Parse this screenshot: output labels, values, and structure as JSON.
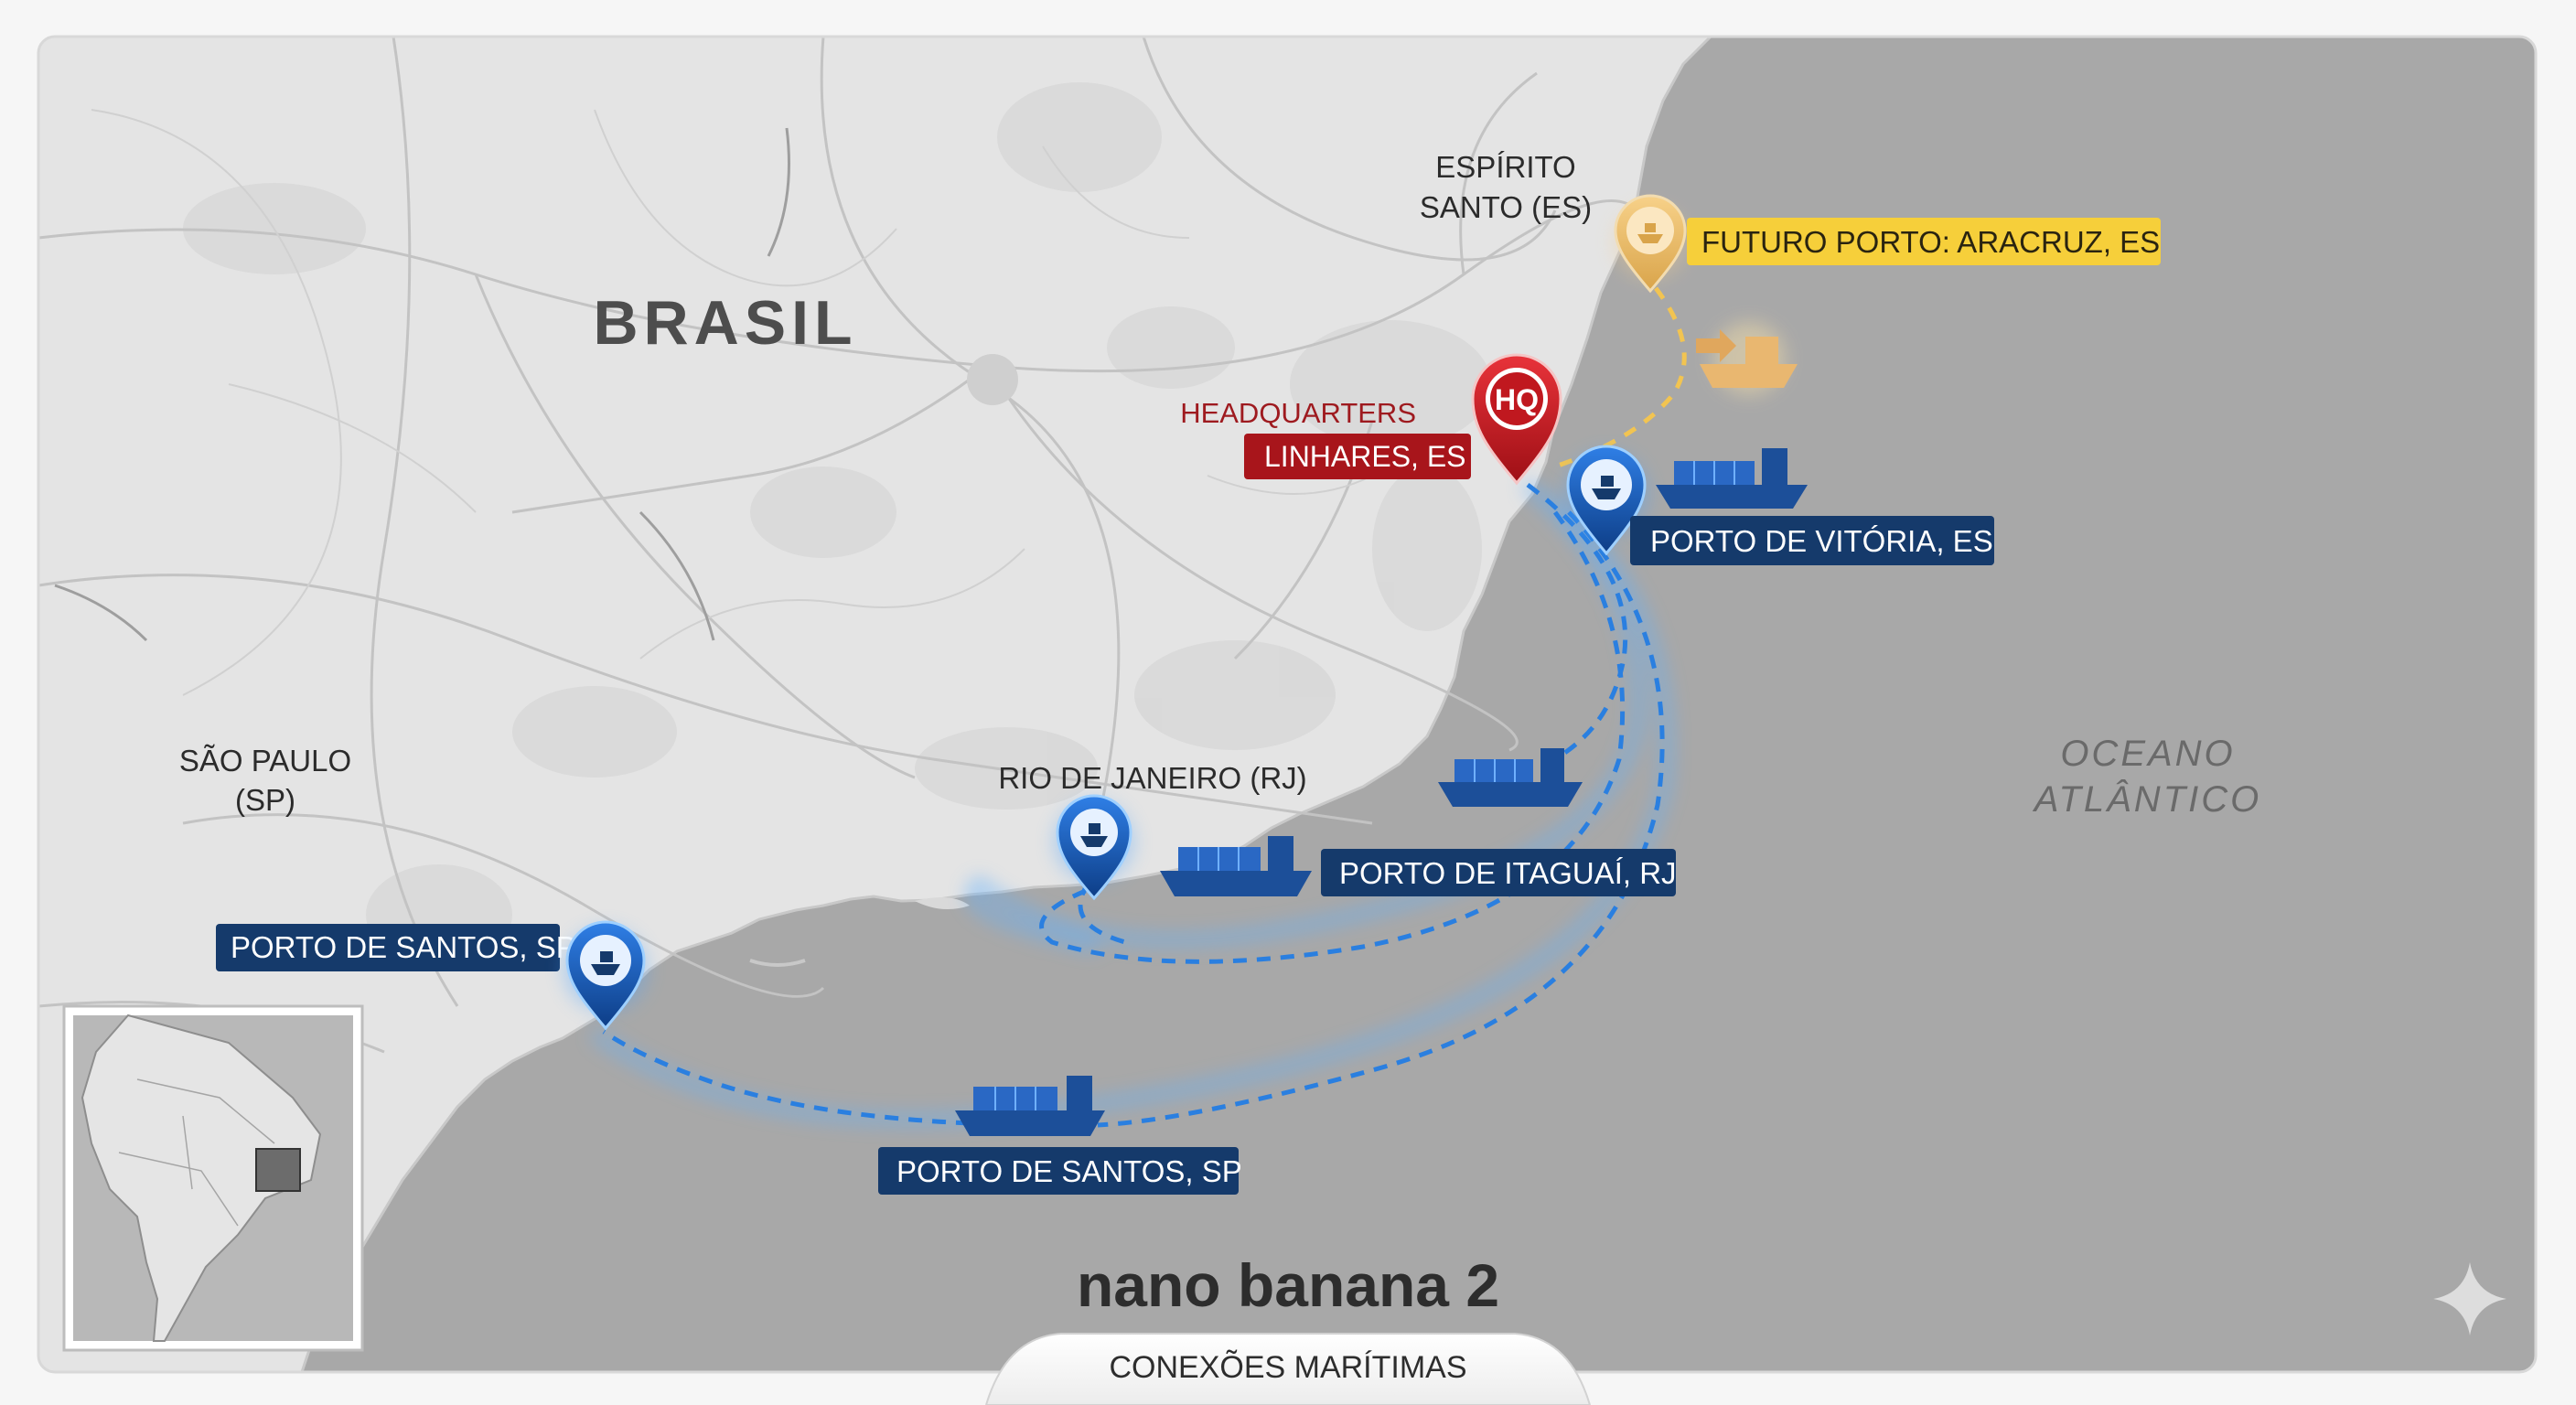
{
  "regions": {
    "country": "BRASIL",
    "state_es_line1": "ESPÍRITO",
    "state_es_line2": "SANTO (ES)",
    "state_sp_line1": "SÃO PAULO",
    "state_sp_line2": "(SP)",
    "state_rj": "RIO DE JANEIRO (RJ)",
    "ocean_line1": "OCEANO",
    "ocean_line2": "ATLÂNTICO"
  },
  "headquarters": {
    "badge": "HQ",
    "title": "HEADQUARTERS",
    "location": "LINHARES, ES"
  },
  "ports": {
    "future": "FUTURO PORTO: ARACRUZ, ES",
    "vitoria": "PORTO DE VITÓRIA, ES",
    "itaguai": "PORTO DE ITAGUAÍ, RJ",
    "santos_marker": "PORTO DE SANTOS, SP",
    "santos_ship": "PORTO DE SANTOS, SP"
  },
  "brand": {
    "logo": "nano banana 2",
    "subtitle": "CONEXÕES MARÍTIMAS"
  },
  "colors": {
    "land": "#e6e6e6",
    "ocean": "#a9a9a9",
    "route_blue": "#2a7fe0",
    "route_future": "#f5c04a",
    "label_navy": "#153a6b",
    "hq_red": "#c0181f",
    "future_yellow": "#f6cf3a"
  },
  "icons": {
    "port_marker": "ship-pin-icon",
    "hq_marker": "hq-pin-icon",
    "cargo_ship": "cargo-ship-icon",
    "future_ship": "future-ship-icon",
    "sparkle": "sparkle-icon"
  }
}
